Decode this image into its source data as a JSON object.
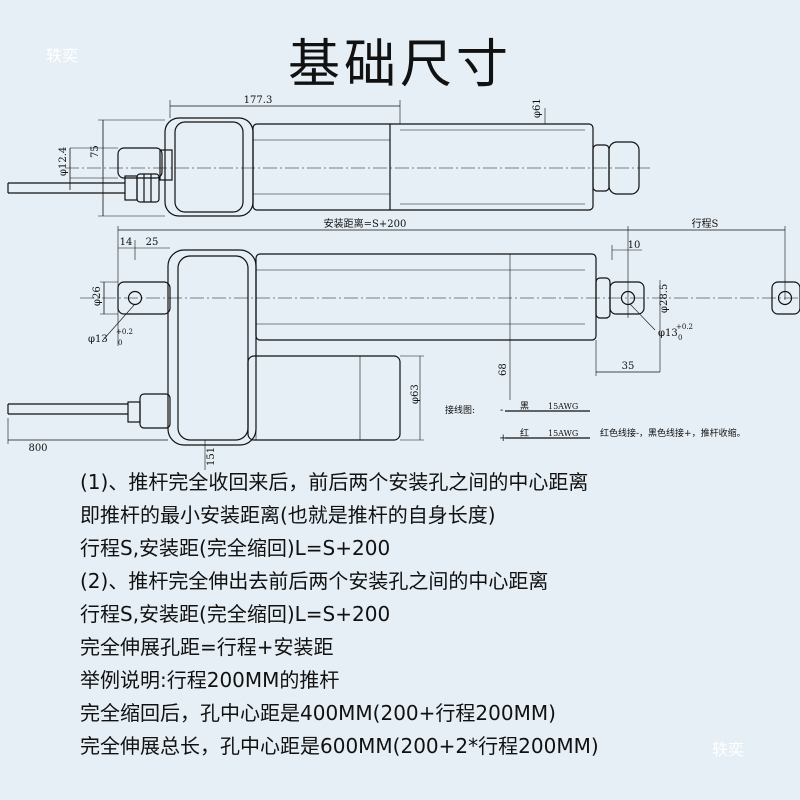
{
  "title": "基础尺寸",
  "watermark": "轶奕",
  "dims": {
    "top_length": "177.3",
    "top_height": "75",
    "top_rod_dia": "φ12.4",
    "top_tube_dia": "φ61",
    "install_distance": "安装距离=S+200",
    "stroke": "行程S",
    "d14": "14",
    "d25": "25",
    "d10": "10",
    "rear_hole_dia": "φ26",
    "front_hole_dia": "φ28.5",
    "rear_pin_main": "φ13",
    "rear_pin_tol_up": "+0.2",
    "rear_pin_tol_dn": "0",
    "front_pin_main": "φ13",
    "front_pin_tol_up": "+0.2",
    "front_pin_tol_dn": "0",
    "d35": "35",
    "d68": "68",
    "motor_dia": "φ63",
    "d151": "151",
    "cable": "800"
  },
  "wiring": {
    "label": "接线图:",
    "neg": "-",
    "black": "黑",
    "black_gauge": "15AWG",
    "pos": "+",
    "red": "红",
    "red_gauge": "15AWG",
    "note": "红色线接-，黑色线接+，推杆收缩。"
  },
  "notes": [
    "(1)、推杆完全收回来后，前后两个安装孔之间的中心距离",
    "即推杆的最小安装距离(也就是推杆的自身长度)",
    "行程S,安装距(完全缩回)L=S+200",
    "(2)、推杆完全伸出去前后两个安装孔之间的中心距离",
    "行程S,安装距(完全缩回)L=S+200",
    "完全伸展孔距=行程+安装距",
    "举例说明:行程200MM的推杆",
    "完全缩回后，孔中心距是400MM(200+行程200MM)",
    "完全伸展总长，孔中心距是600MM(200+2*行程200MM)"
  ]
}
